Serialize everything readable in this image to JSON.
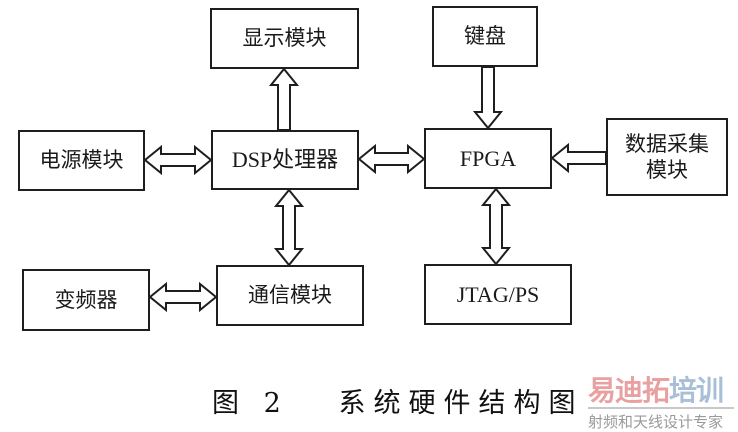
{
  "blocks": {
    "display": "显示模块",
    "keyboard": "键盘",
    "power": "电源模块",
    "dsp": "DSP处理器",
    "fpga": "FPGA",
    "data_acq": "数据采集\n模块",
    "inverter": "变频器",
    "comm": "通信模块",
    "jtag": "JTAG/PS"
  },
  "connections": [
    {
      "from": "dsp",
      "to": "display",
      "type": "one-way"
    },
    {
      "from": "power",
      "to": "dsp",
      "type": "two-way"
    },
    {
      "from": "dsp",
      "to": "fpga",
      "type": "two-way"
    },
    {
      "from": "keyboard",
      "to": "fpga",
      "type": "one-way"
    },
    {
      "from": "data_acq",
      "to": "fpga",
      "type": "one-way"
    },
    {
      "from": "dsp",
      "to": "comm",
      "type": "two-way"
    },
    {
      "from": "inverter",
      "to": "comm",
      "type": "two-way"
    },
    {
      "from": "fpga",
      "to": "jtag",
      "type": "two-way"
    }
  ],
  "caption": "图 2   系统硬件结构图",
  "watermark": {
    "title_part1": "易迪拓",
    "title_part2": "培训",
    "subtitle": "射频和天线设计专家",
    "color_part1": "#e8a0a0",
    "color_part2": "#a9bfd8"
  }
}
